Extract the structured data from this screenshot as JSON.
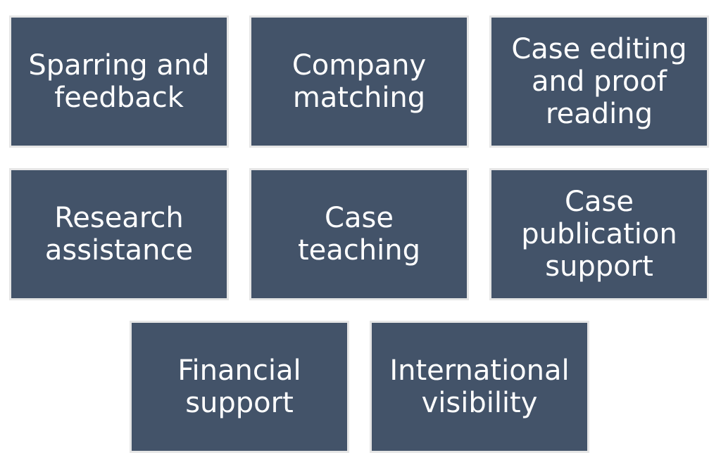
{
  "tiles": [
    {
      "label": "Sparring and feedback"
    },
    {
      "label": "Company matching"
    },
    {
      "label": "Case editing and proof reading"
    },
    {
      "label": "Research assistance"
    },
    {
      "label": "Case teaching"
    },
    {
      "label": "Case publication support"
    },
    {
      "label": "Financial support"
    },
    {
      "label": "International visibility"
    }
  ],
  "colors": {
    "tile_fill": "#435369",
    "tile_border": "#e6e6e6",
    "text": "#ffffff"
  }
}
